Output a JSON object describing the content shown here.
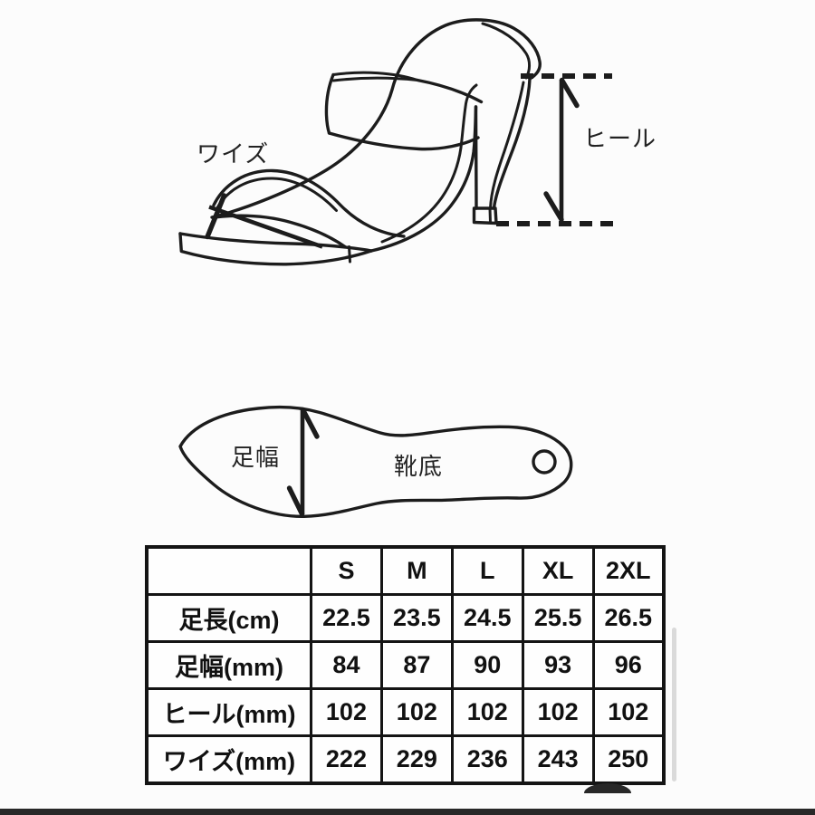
{
  "diagram": {
    "shoe_labels": {
      "width_label": "ワイズ",
      "heel_label": "ヒール"
    },
    "sole_labels": {
      "foot_width_label": "足幅",
      "sole_label": "靴底"
    }
  },
  "size_table": {
    "columns": [
      "",
      "S",
      "M",
      "L",
      "XL",
      "2XL"
    ],
    "rows": [
      {
        "label": "足長(cm)",
        "values": [
          "22.5",
          "23.5",
          "24.5",
          "25.5",
          "26.5"
        ]
      },
      {
        "label": "足幅(mm)",
        "values": [
          "84",
          "87",
          "90",
          "93",
          "96"
        ]
      },
      {
        "label": "ヒール(mm)",
        "values": [
          "102",
          "102",
          "102",
          "102",
          "102"
        ]
      },
      {
        "label": "ワイズ(mm)",
        "values": [
          "222",
          "229",
          "236",
          "243",
          "250"
        ]
      }
    ]
  },
  "colors": {
    "line": "#1c1c1c",
    "background": "#fcfcfc",
    "scrollbar": "#dadada",
    "bottom_bar": "#282828"
  }
}
